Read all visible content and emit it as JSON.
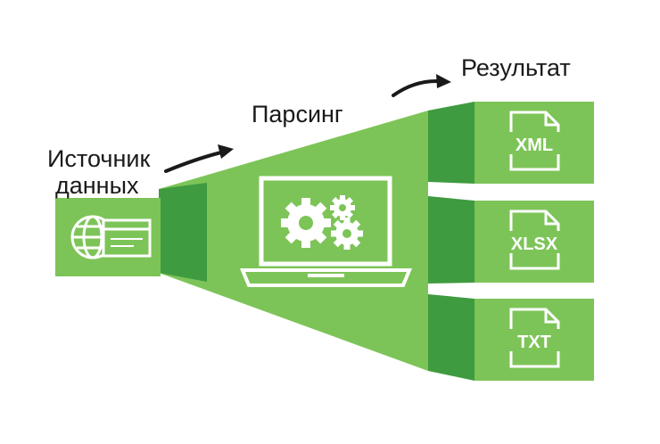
{
  "labels": {
    "source": "Источник",
    "source_line2": "данных",
    "parsing": "Парсинг",
    "result": "Результат"
  },
  "results": [
    {
      "format": "XML"
    },
    {
      "format": "XLSX"
    },
    {
      "format": "TXT"
    }
  ],
  "colors": {
    "green_light": "#7dc458",
    "green_mid": "#6cba4a",
    "green_dark": "#3f9b3f",
    "icon_white": "#ffffff",
    "text": "#1a1a1a"
  }
}
